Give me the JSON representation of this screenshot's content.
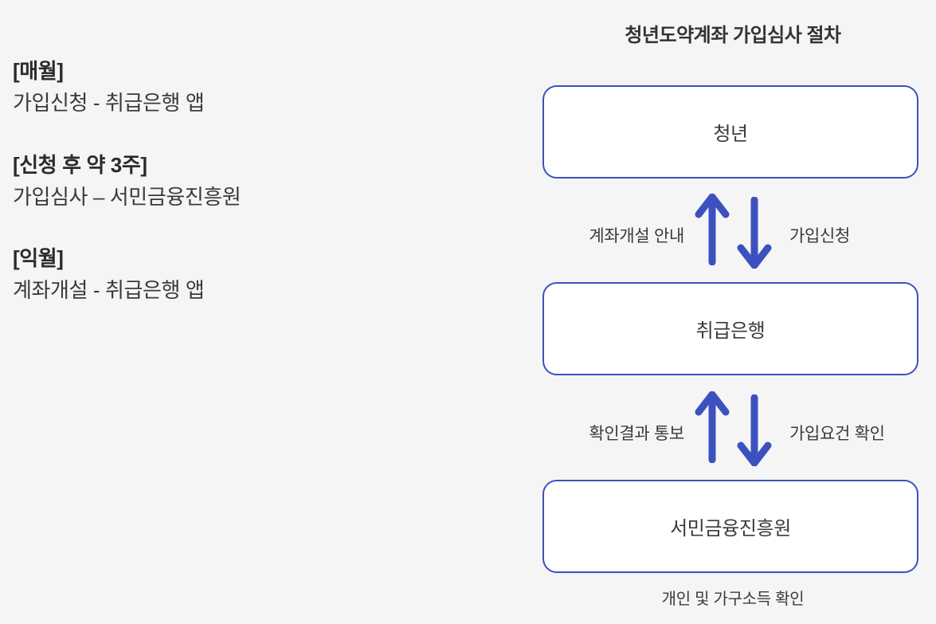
{
  "page": {
    "background_color": "#f5f5f5",
    "accent_color": "#3c51bf",
    "text_color": "#3a3a3a"
  },
  "schedule": {
    "groups": [
      {
        "heading": "[매월]",
        "detail": "가입신청 - 취급은행 앱"
      },
      {
        "heading": "[신청 후 약 3주]",
        "detail": "가입심사 – 서민금융진흥원"
      },
      {
        "heading": "[익월]",
        "detail": "계좌개설 - 취급은행 앱"
      }
    ]
  },
  "diagram": {
    "title": "청년도약계좌 가입심사 절차",
    "nodes": [
      {
        "id": "youth",
        "label": "청년"
      },
      {
        "id": "bank",
        "label": "취급은행"
      },
      {
        "id": "kinfa",
        "label": "서민금융진흥원"
      }
    ],
    "bands": [
      {
        "id": "top",
        "up_icon": "arrow-up-icon",
        "down_icon": "arrow-down-icon",
        "left_label": "계좌개설 안내",
        "right_label": "가입신청"
      },
      {
        "id": "bottom",
        "up_icon": "arrow-up-icon",
        "down_icon": "arrow-down-icon",
        "left_label": "확인결과 통보",
        "right_label": "가입요건 확인"
      }
    ],
    "footnote": "개인 및 가구소득 확인"
  }
}
